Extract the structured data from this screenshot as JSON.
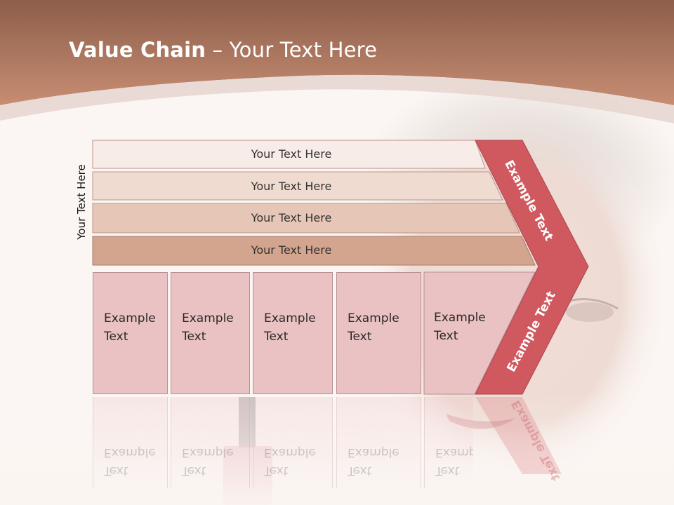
{
  "slide": {
    "title_bold": "Value Chain",
    "title_rest": "– Your Text Here",
    "side_label": "Your Text Here",
    "rows": [
      {
        "label": "Your Text Here"
      },
      {
        "label": "Your Text Here"
      },
      {
        "label": "Your Text Here"
      },
      {
        "label": "Your Text Here"
      }
    ],
    "boxes": [
      {
        "line1": "Example",
        "line2": "Text"
      },
      {
        "line1": "Example",
        "line2": "Text"
      },
      {
        "line1": "Example",
        "line2": "Text"
      },
      {
        "line1": "Example",
        "line2": "Text"
      },
      {
        "line1": "Example",
        "line2": "Text"
      }
    ],
    "arrow_upper": "Example Text",
    "arrow_lower": "Example Text"
  },
  "colors": {
    "header_top": "#8e5f4b",
    "header_bottom": "#c48a70",
    "arrow": "#d0585f",
    "box": "#ebc2c3",
    "row1": "#f6ebe7",
    "row2": "#efd9ce",
    "row3": "#e5c2b2",
    "row4": "#d2a38c"
  }
}
